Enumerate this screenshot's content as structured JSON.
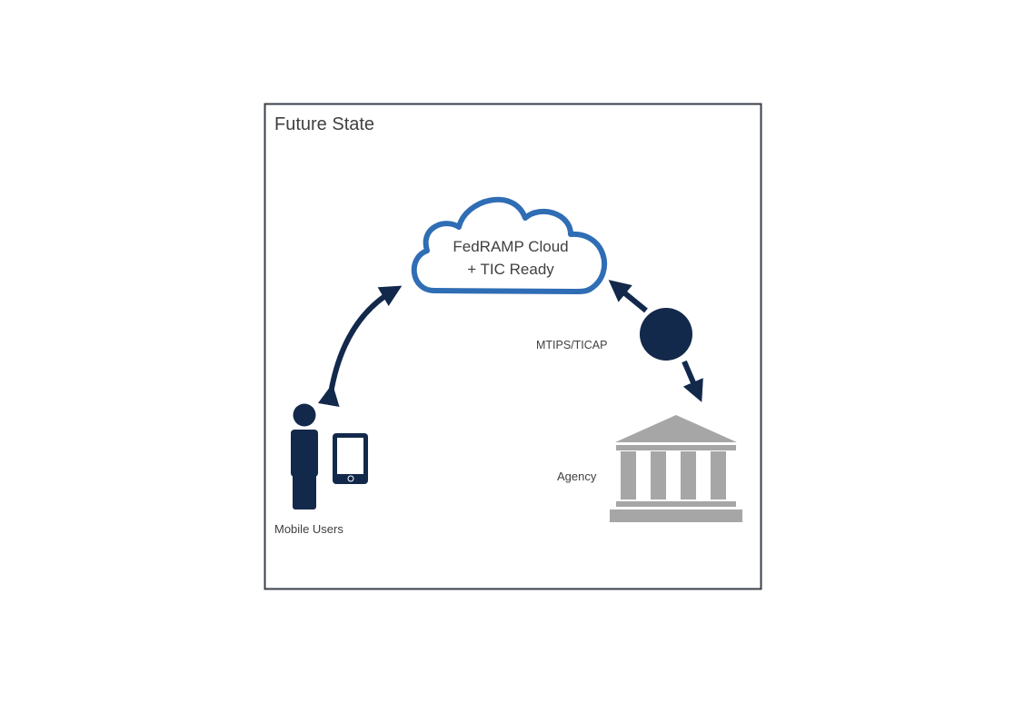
{
  "diagram": {
    "title": "Future State",
    "cloud": {
      "line1": "FedRAMP Cloud",
      "line2": "+ TIC Ready"
    },
    "gateway_label": "MTIPS/TICAP",
    "agency_label": "Agency",
    "mobile_label": "Mobile Users"
  },
  "colors": {
    "frame": "#3a3f4a",
    "cloud_stroke": "#2f6db5",
    "navy": "#13294b",
    "gray": "#a6a6a6",
    "text": "#404040"
  }
}
